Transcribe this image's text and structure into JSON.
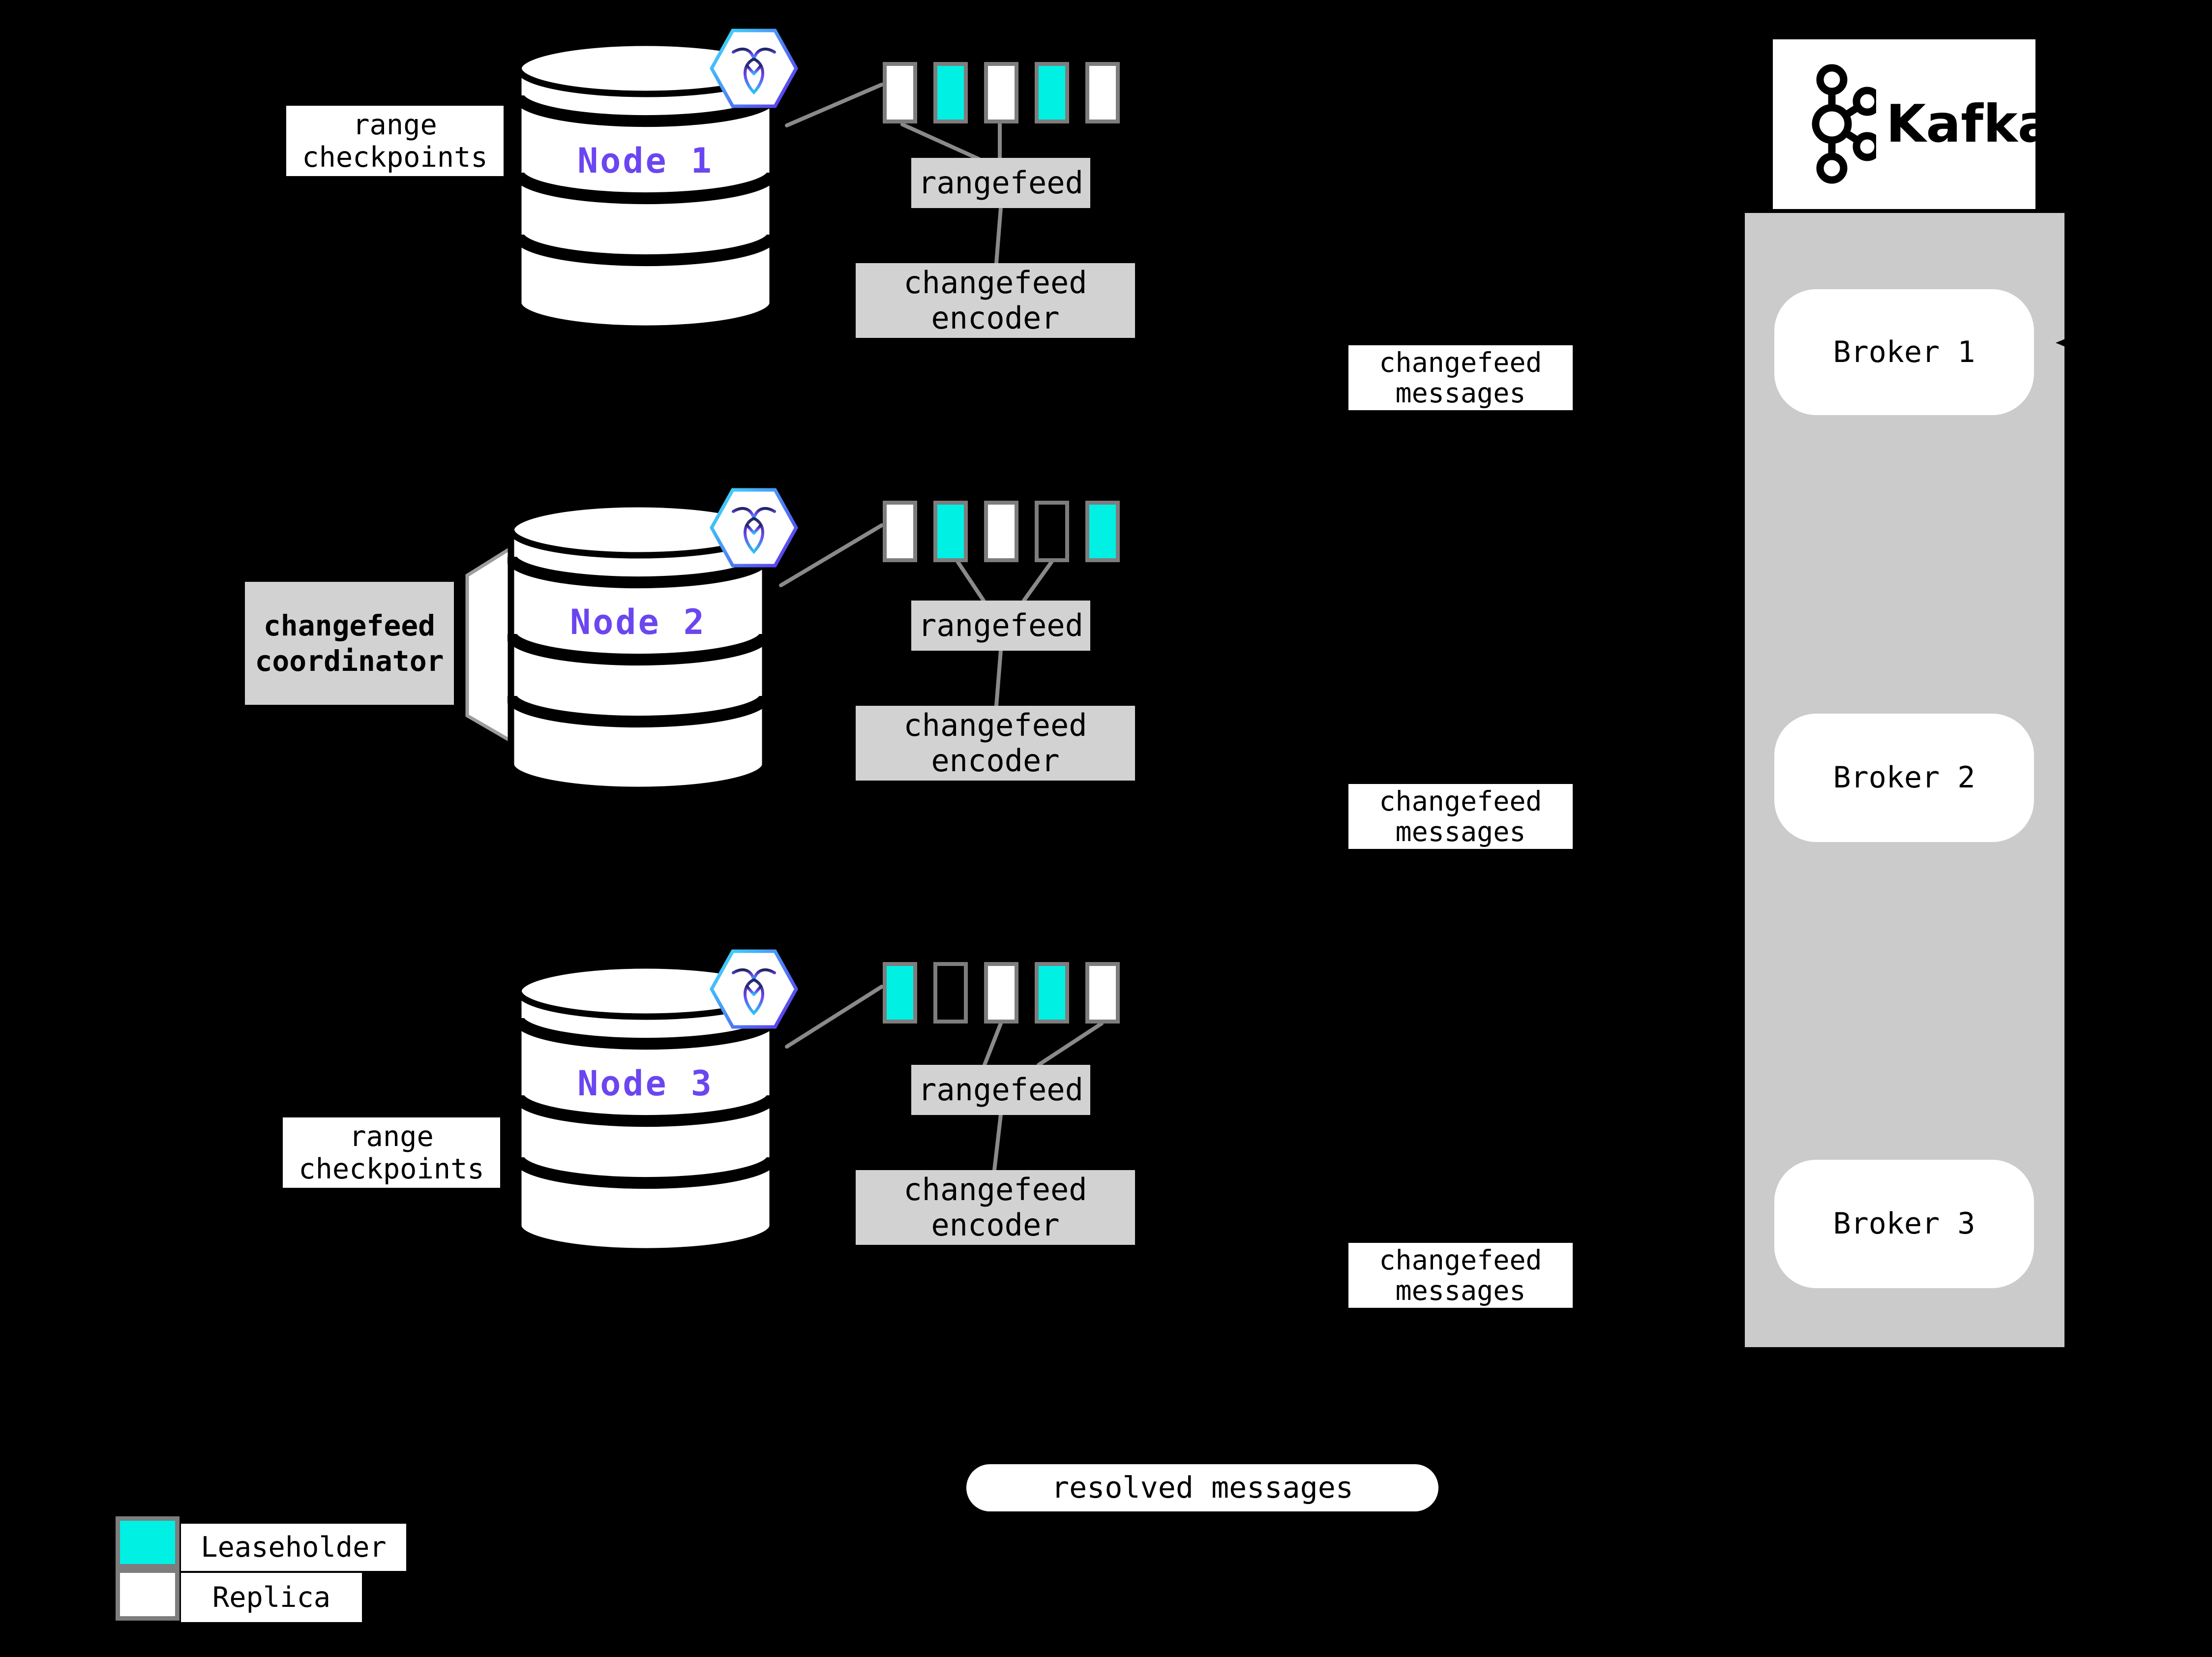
{
  "colors": {
    "background": "#000000",
    "leaseholder": "#00f0e4",
    "replica": "#ffffff",
    "empty_range": "#000000",
    "node_label": "#6b46f0",
    "process_box": "#d2d2d2",
    "kafka_band": "#cbcbcb",
    "square_border": "#7d7d7d",
    "connector": "#8a8a8a"
  },
  "labels": {
    "range_checkpoints_l1": "range",
    "range_checkpoints_l2": "checkpoints",
    "rangefeed": "rangefeed",
    "encoder_l1": "changefeed",
    "encoder_l2": "encoder",
    "messages_l1": "changefeed",
    "messages_l2": "messages",
    "coordinator_l1": "changefeed",
    "coordinator_l2": "coordinator",
    "resolved": "resolved messages"
  },
  "legend": {
    "leaseholder": "Leaseholder",
    "replica": "Replica"
  },
  "nodes": [
    {
      "name": "Node 1",
      "ranges": [
        "replica",
        "leaseholder",
        "replica",
        "leaseholder",
        "replica"
      ]
    },
    {
      "name": "Node 2",
      "ranges": [
        "replica",
        "leaseholder",
        "replica",
        "empty",
        "leaseholder"
      ]
    },
    {
      "name": "Node 3",
      "ranges": [
        "leaseholder",
        "empty",
        "replica",
        "leaseholder",
        "replica"
      ]
    }
  ],
  "kafka": {
    "name": "Kafka",
    "brokers": [
      "Broker 1",
      "Broker 2",
      "Broker 3"
    ]
  }
}
